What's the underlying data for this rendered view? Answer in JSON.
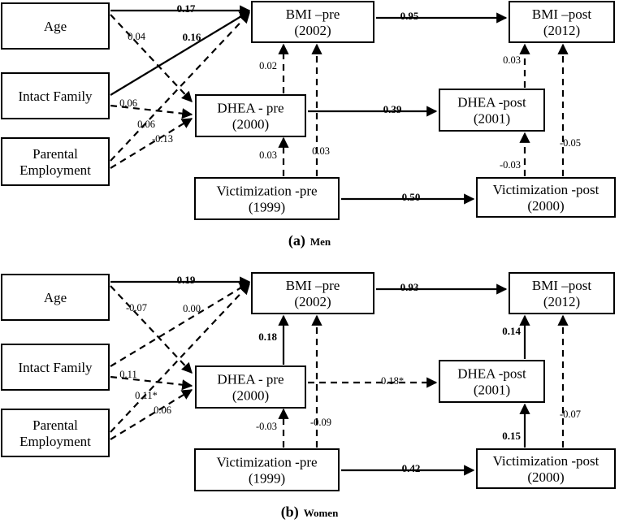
{
  "panels": [
    {
      "caption_letter": "(a)",
      "caption_word": "Men",
      "nodes": {
        "age": [
          "Age"
        ],
        "intact": [
          "Intact Family"
        ],
        "parental": [
          "Parental",
          "Employment"
        ],
        "bmi_pre": [
          "BMI –pre",
          "(2002)"
        ],
        "dhea_pre": [
          "DHEA - pre",
          "(2000)"
        ],
        "vict_pre": [
          "Victimization -pre",
          "(1999)"
        ],
        "bmi_post": [
          "BMI –post",
          "(2012)"
        ],
        "dhea_post": [
          "DHEA -post",
          "(2001)"
        ],
        "vict_post": [
          "Victimization -post",
          "(2000)"
        ]
      },
      "paths": [
        {
          "from": "age",
          "to": "bmi_pre",
          "coef": "0.17",
          "significant": true
        },
        {
          "from": "age",
          "to": "dhea_pre",
          "coef": "0.04",
          "significant": false
        },
        {
          "from": "intact",
          "to": "bmi_pre",
          "coef": "0.16",
          "significant": true
        },
        {
          "from": "intact",
          "to": "dhea_pre",
          "coef": "0.06",
          "significant": false
        },
        {
          "from": "parental",
          "to": "bmi_pre",
          "coef": "0.06",
          "significant": false
        },
        {
          "from": "parental",
          "to": "dhea_pre",
          "coef": "-0.13",
          "significant": false
        },
        {
          "from": "dhea_pre",
          "to": "bmi_pre",
          "coef": "0.02",
          "significant": false
        },
        {
          "from": "vict_pre",
          "to": "dhea_pre",
          "coef": "0.03",
          "significant": false
        },
        {
          "from": "vict_pre",
          "to": "bmi_pre",
          "coef": "0.03",
          "significant": false
        },
        {
          "from": "bmi_pre",
          "to": "bmi_post",
          "coef": "0.95",
          "significant": true
        },
        {
          "from": "dhea_pre",
          "to": "dhea_post",
          "coef": "0.39",
          "significant": true
        },
        {
          "from": "vict_pre",
          "to": "vict_post",
          "coef": "0.50",
          "significant": true
        },
        {
          "from": "dhea_post",
          "to": "bmi_post",
          "coef": "0.03",
          "significant": false
        },
        {
          "from": "vict_post",
          "to": "dhea_post",
          "coef": "-0.03",
          "significant": false
        },
        {
          "from": "vict_post",
          "to": "bmi_post",
          "coef": "-0.05",
          "significant": false
        }
      ]
    },
    {
      "caption_letter": "(b)",
      "caption_word": "Women",
      "nodes": {
        "age": [
          "Age"
        ],
        "intact": [
          "Intact Family"
        ],
        "parental": [
          "Parental",
          "Employment"
        ],
        "bmi_pre": [
          "BMI –pre",
          "(2002)"
        ],
        "dhea_pre": [
          "DHEA - pre",
          "(2000)"
        ],
        "vict_pre": [
          "Victimization -pre",
          "(1999)"
        ],
        "bmi_post": [
          "BMI –post",
          "(2012)"
        ],
        "dhea_post": [
          "DHEA -post",
          "(2001)"
        ],
        "vict_post": [
          "Victimization -post",
          "(2000)"
        ]
      },
      "paths": [
        {
          "from": "age",
          "to": "bmi_pre",
          "coef": "0.19",
          "significant": true
        },
        {
          "from": "age",
          "to": "dhea_pre",
          "coef": "-0.07",
          "significant": false
        },
        {
          "from": "intact",
          "to": "bmi_pre",
          "coef": "0.00",
          "significant": false
        },
        {
          "from": "intact",
          "to": "dhea_pre",
          "coef": "0.11",
          "significant": false
        },
        {
          "from": "parental",
          "to": "bmi_pre",
          "coef": "0.11*",
          "significant": false
        },
        {
          "from": "parental",
          "to": "dhea_pre",
          "coef": "0.06",
          "significant": false
        },
        {
          "from": "dhea_pre",
          "to": "bmi_pre",
          "coef": "0.18",
          "significant": true
        },
        {
          "from": "vict_pre",
          "to": "dhea_pre",
          "coef": "-0.03",
          "significant": false
        },
        {
          "from": "vict_pre",
          "to": "bmi_pre",
          "coef": "-0.09",
          "significant": false
        },
        {
          "from": "bmi_pre",
          "to": "bmi_post",
          "coef": "0.93",
          "significant": true
        },
        {
          "from": "dhea_pre",
          "to": "dhea_post",
          "coef": "0.18*",
          "significant": false
        },
        {
          "from": "vict_pre",
          "to": "vict_post",
          "coef": "0.42",
          "significant": true
        },
        {
          "from": "dhea_post",
          "to": "bmi_post",
          "coef": "0.14",
          "significant": true
        },
        {
          "from": "vict_post",
          "to": "dhea_post",
          "coef": "0.15",
          "significant": true
        },
        {
          "from": "vict_post",
          "to": "bmi_post",
          "coef": "-0.07",
          "significant": false
        }
      ]
    }
  ]
}
